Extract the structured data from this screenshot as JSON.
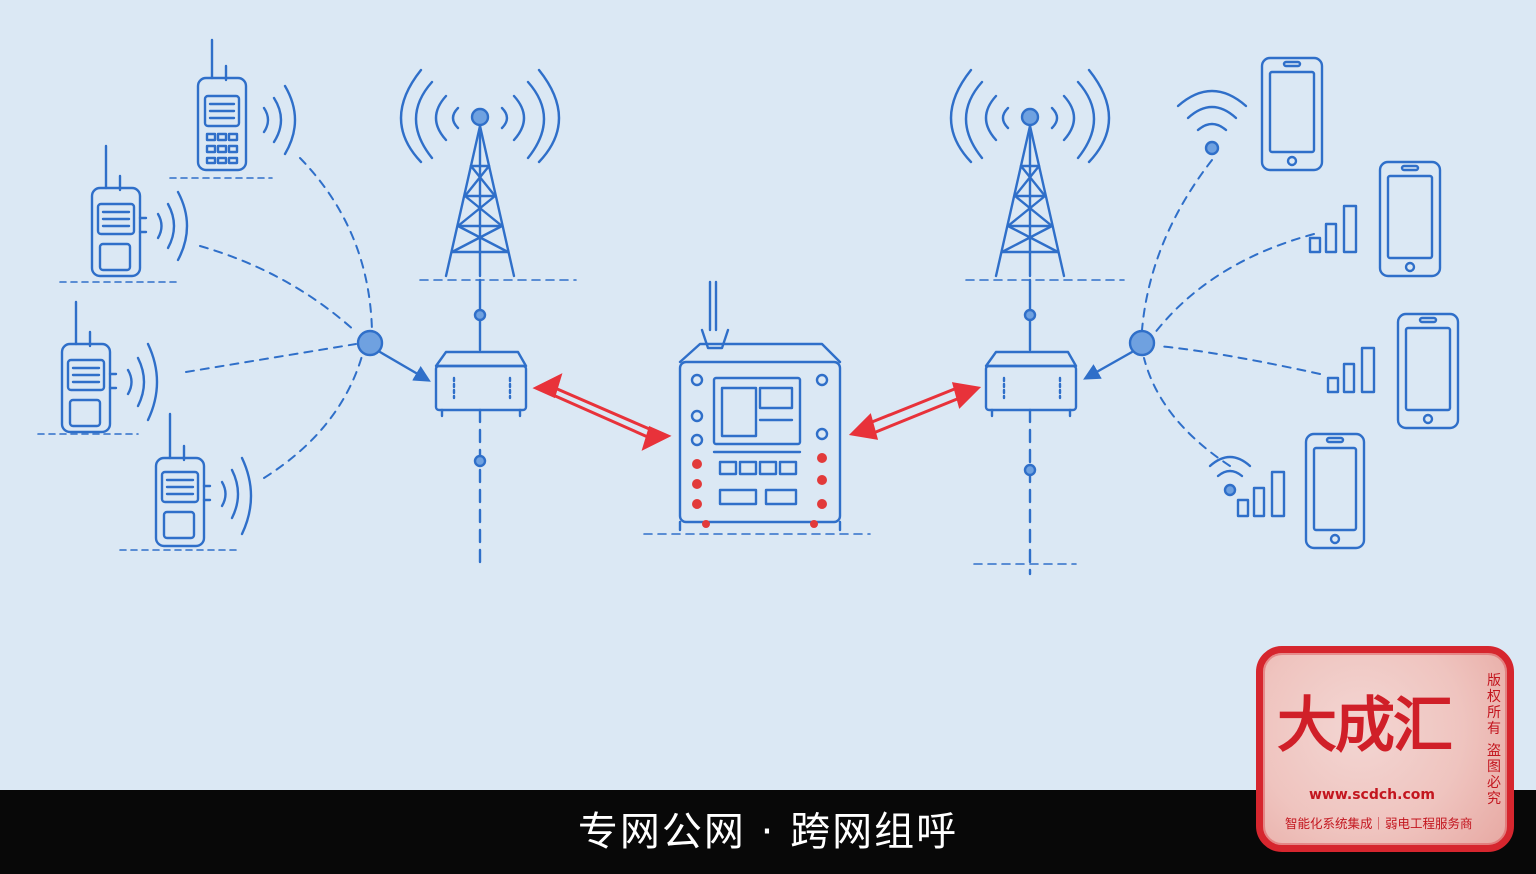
{
  "caption": "专网公网 · 跨网组呼",
  "watermark": {
    "brand": "大成汇",
    "url": "www.scdch.com",
    "tagline": "智能化系统集成｜弱电工程服务商",
    "side_top": "版权所有",
    "side_bottom": "盗图必究"
  },
  "colors": {
    "background": "#dbe8f4",
    "line": "#2f6fc9",
    "link_arrow": "#e8323a",
    "caption_bar": "#080808",
    "stamp": "#d6262e"
  },
  "icons": {
    "radios": "walkie-talkie-icon",
    "towers": "radio-tower-icon",
    "gateway": "network-gateway-icon",
    "interop": "interoperability-server-icon",
    "phones": "smartphone-icon",
    "wifi": "wifi-signal-icon",
    "bars": "cellular-signal-bars-icon"
  }
}
